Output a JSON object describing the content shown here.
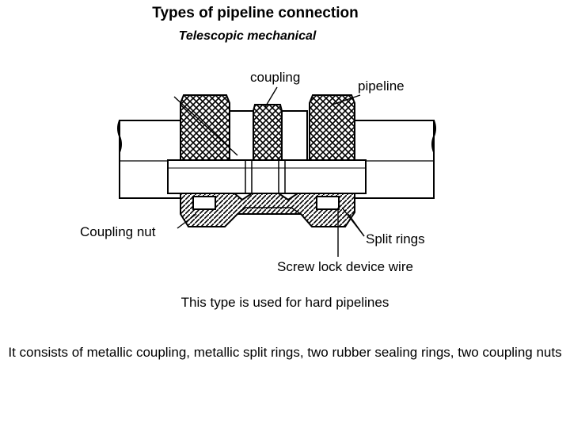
{
  "title": "Types of pipeline connection",
  "subtitle": "Telescopic mechanical",
  "labels": {
    "coupling": "coupling",
    "pipeline": "pipeline",
    "coupling_nut": "Coupling nut",
    "split_rings": "Split rings",
    "lock_wire": "Screw lock device wire"
  },
  "notes": {
    "usage": "This type is used for hard pipelines",
    "composition": "It consists of metallic coupling, metallic split rings, two rubber sealing rings, two coupling nuts"
  }
}
